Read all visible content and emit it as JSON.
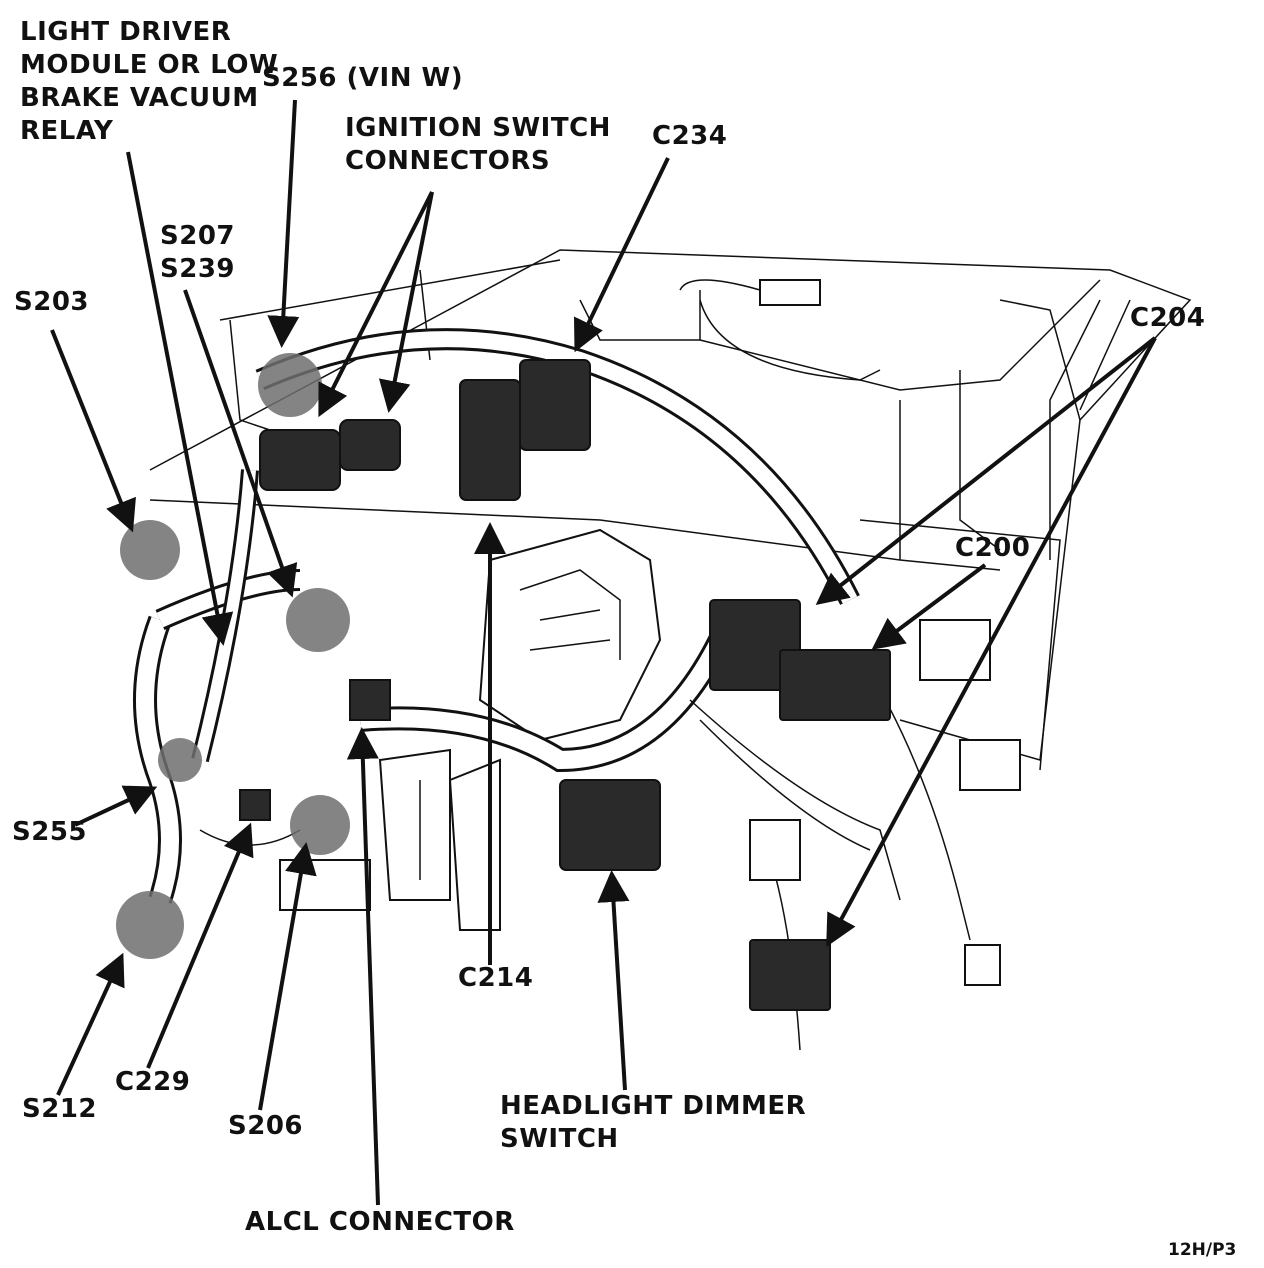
{
  "labels": {
    "light_driver": [
      "LIGHT DRIVER",
      "MODULE OR LOW",
      "BRAKE VACUUM",
      "RELAY"
    ],
    "s256": "S256 (VIN W)",
    "ignition": [
      "IGNITION SWITCH",
      "CONNECTORS"
    ],
    "c234": "C234",
    "s207": "S207",
    "s239": "S239",
    "s203": "S203",
    "c204": "C204",
    "c200": "C200",
    "s255": "S255",
    "c214": "C214",
    "s212": "S212",
    "c229": "C229",
    "s206": "S206",
    "headlight": [
      "HEADLIGHT DIMMER",
      "SWITCH"
    ],
    "alcl": "ALCL CONNECTOR",
    "figure_code": "12H/P3"
  }
}
